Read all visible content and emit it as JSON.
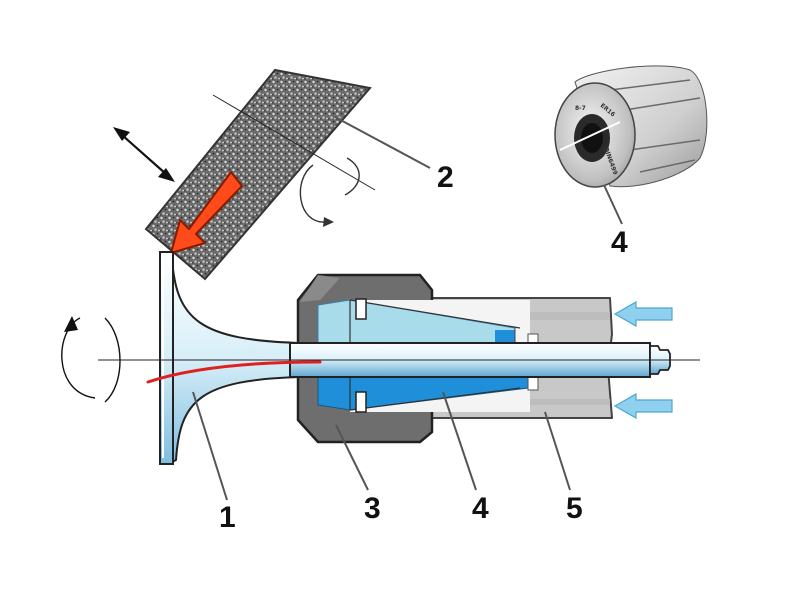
{
  "labels": {
    "valve": "1",
    "grinding_wheel": "2",
    "holder": "3",
    "collet_photo": "4",
    "collet": "4",
    "sleeve": "5"
  },
  "collet_marks": [
    "8-7",
    "ER16",
    "DIN6499"
  ],
  "colors": {
    "force_arrow": "#ff4a1a",
    "grain_line": "#e02020",
    "collet_light": "#a8dcea",
    "collet_dark": "#1e8fd8",
    "clamp_arrow": "#8fd0ee",
    "holder_gray": "#6e6e6e",
    "sleeve_gray": "#c8c8c8"
  }
}
